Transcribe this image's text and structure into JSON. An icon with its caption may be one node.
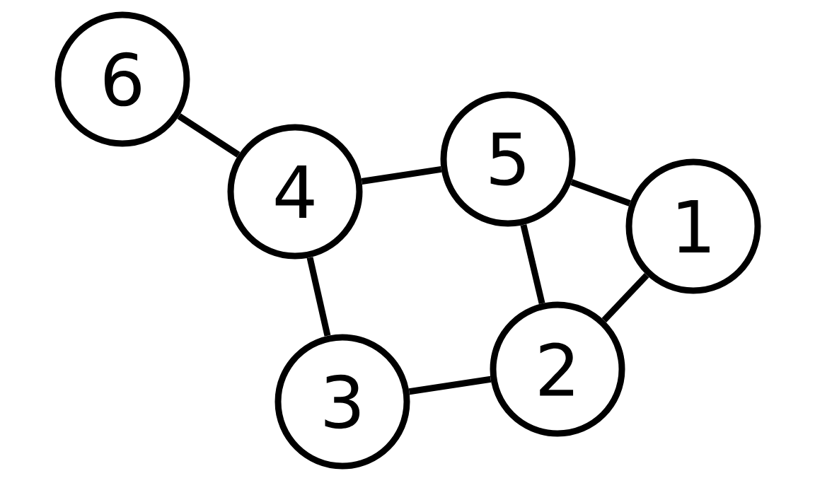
{
  "diagram": {
    "nodes": [
      {
        "text": [
          "6"
        ]
      },
      {
        "text": [
          "5"
        ]
      },
      {
        "text": [
          "4"
        ]
      },
      {
        "text": [
          "1"
        ]
      },
      {
        "text": [
          "2"
        ]
      },
      {
        "text": [
          "3"
        ]
      }
    ],
    "edges": [
      {
        "from": 0,
        "to": 2,
        "arrow": "none"
      },
      {
        "from": 2,
        "to": 1,
        "arrow": "none"
      },
      {
        "from": 1,
        "to": 3,
        "arrow": "none"
      },
      {
        "from": 3,
        "to": 4,
        "arrow": "none"
      },
      {
        "from": 1,
        "to": 4,
        "arrow": "none"
      },
      {
        "from": 2,
        "to": 5,
        "arrow": "none"
      },
      {
        "from": 5,
        "to": 4,
        "arrow": "none"
      }
    ]
  }
}
